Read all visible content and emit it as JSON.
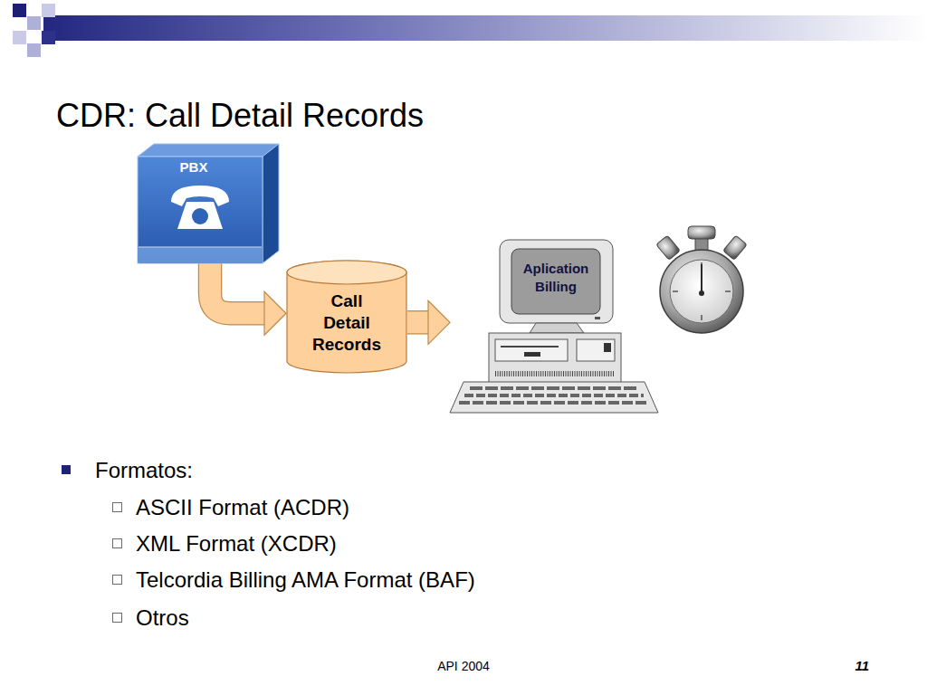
{
  "diagram": {
    "title": "CDR: Call Detail Records",
    "nodes": [
      {
        "text": [
          "PBX"
        ]
      },
      {
        "text": [
          "Call Detail Records"
        ]
      },
      {
        "text": [
          "Aplication Billing"
        ]
      }
    ],
    "edges": [
      {
        "from": 0,
        "to": 1,
        "arrow": "to"
      },
      {
        "from": 1,
        "to": 2,
        "arrow": "to"
      }
    ],
    "labels": [
      "Formatos:",
      "ASCII Format (ACDR)",
      "XML Format (XCDR)",
      "Telcordia Billing AMA Format (BAF)",
      "Otros",
      "API 2004",
      "11"
    ]
  }
}
